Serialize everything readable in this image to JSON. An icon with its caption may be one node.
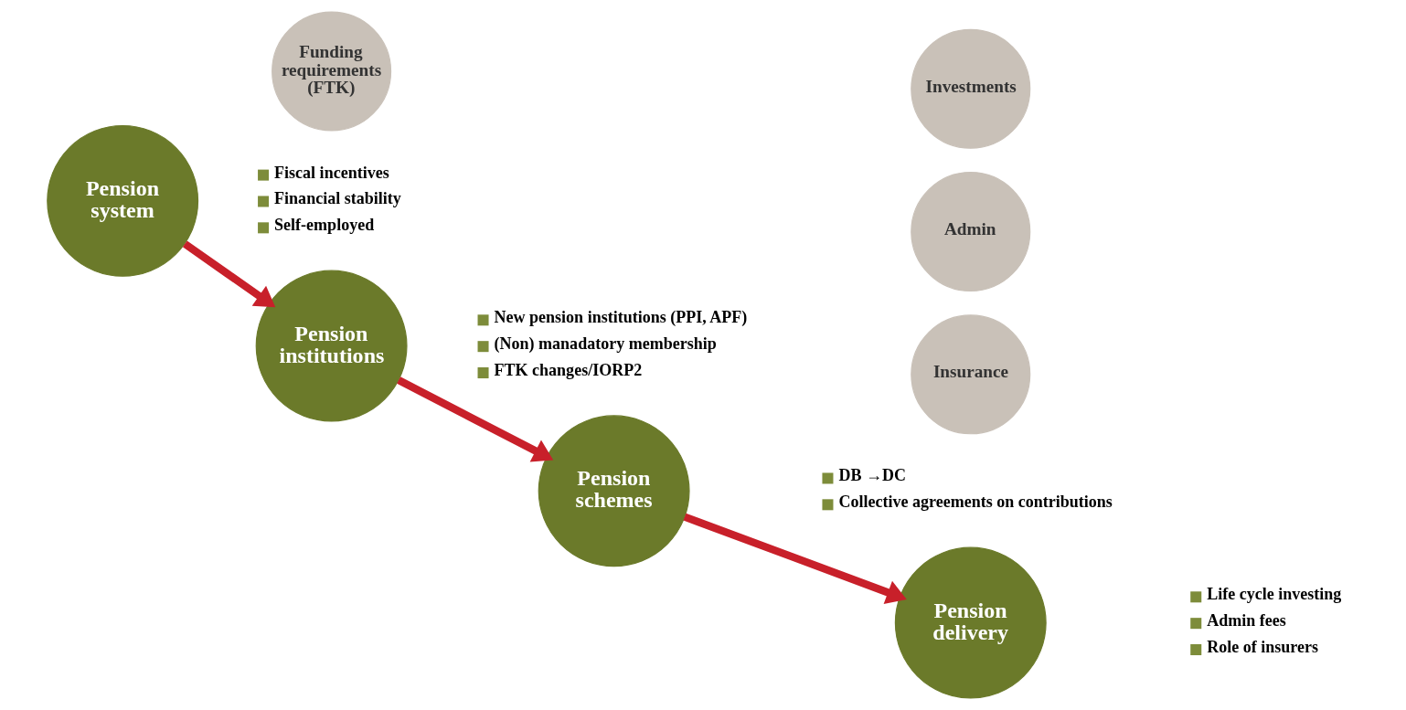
{
  "diagram": {
    "nodes": [
      {
        "text": [
          "Pension system"
        ],
        "beside": [
          "Fiscal incentives",
          "Financial stability",
          "Self-employed"
        ]
      },
      {
        "text": [
          "Funding requirements (FTK)"
        ]
      },
      {
        "text": [
          "Pension institutions"
        ],
        "beside": [
          "New pension institutions (PPI, APF)",
          "(Non) manadatory membership",
          "FTK changes/IORP2"
        ]
      },
      {
        "text": [
          "Pension schemes"
        ],
        "beside": [
          "DB →DC",
          "Collective agreements on contributions"
        ]
      },
      {
        "text": [
          "Insurance"
        ]
      },
      {
        "text": [
          "Admin"
        ]
      },
      {
        "text": [
          "Investments"
        ]
      },
      {
        "text": [
          "Pension delivery"
        ],
        "beside": [
          "Life cycle investing",
          "Admin fees",
          "Role of insurers"
        ]
      }
    ],
    "edges": [
      {
        "from": 0,
        "to": 2,
        "arrow": "to"
      },
      {
        "from": 2,
        "to": 3,
        "arrow": "to"
      },
      {
        "from": 3,
        "to": 7,
        "arrow": "to"
      }
    ]
  }
}
